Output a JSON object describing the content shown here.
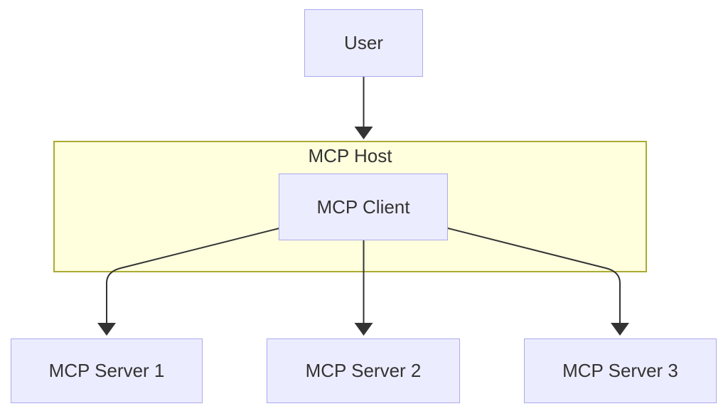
{
  "diagram": {
    "type": "flowchart",
    "nodes": {
      "user": {
        "label": "User"
      },
      "host": {
        "label": "MCP Host"
      },
      "client": {
        "label": "MCP Client"
      },
      "server1": {
        "label": "MCP Server 1"
      },
      "server2": {
        "label": "MCP Server 2"
      },
      "server3": {
        "label": "MCP Server 3"
      }
    },
    "edges": [
      {
        "from": "User",
        "to": "MCP Host"
      },
      {
        "from": "MCP Client",
        "to": "MCP Server 1"
      },
      {
        "from": "MCP Client",
        "to": "MCP Server 2"
      },
      {
        "from": "MCP Client",
        "to": "MCP Server 3"
      }
    ],
    "colors": {
      "node_fill": "#ECECFF",
      "node_border": "#AAAAEE",
      "host_fill": "#FFFFDE",
      "host_border": "#AAAA33",
      "edge": "#333333",
      "text": "#333333",
      "background": "#FFFFFF"
    }
  }
}
